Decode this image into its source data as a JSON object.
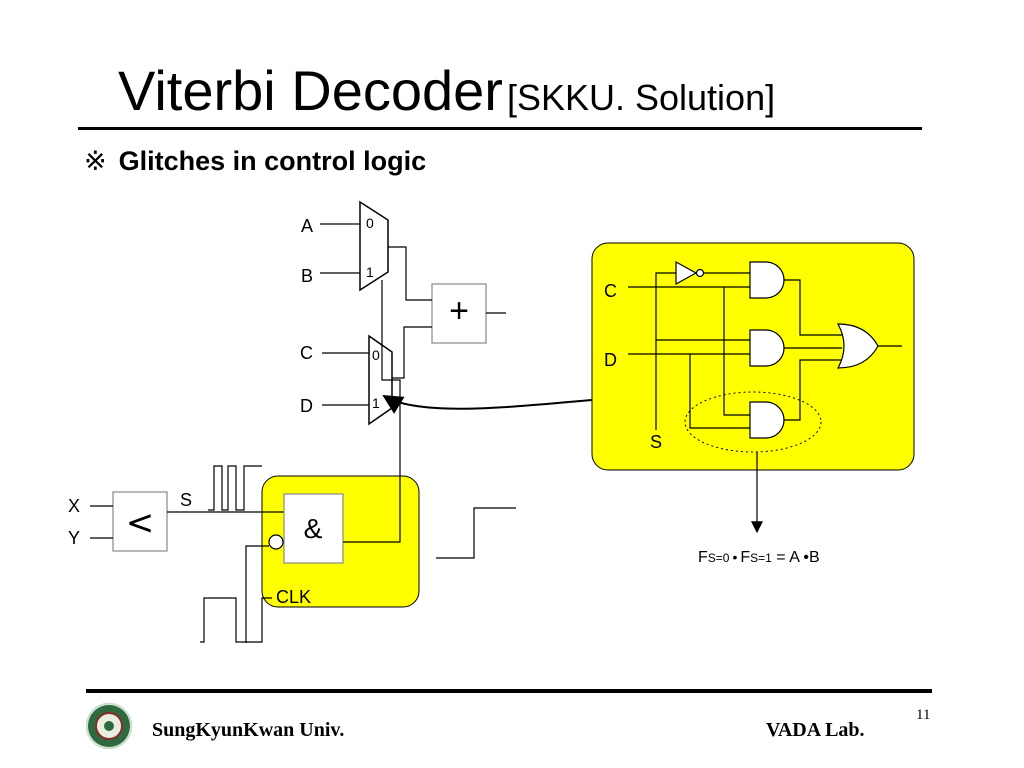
{
  "slide": {
    "title": "Viterbi Decoder",
    "title_suffix": "[SKKU. Solution]",
    "bullet_mark": "※",
    "bullet_text": "Glitches in control logic"
  },
  "diagram": {
    "mux1_inputs": [
      "A",
      "B"
    ],
    "mux1_select_labels": [
      "0",
      "1"
    ],
    "mux2_inputs": [
      "C",
      "D"
    ],
    "mux2_select_labels": [
      "0",
      "1"
    ],
    "adder_symbol": "+",
    "comparator_inputs": [
      "X",
      "Y"
    ],
    "comparator_symbol": "<",
    "comparator_output": "S",
    "latch_symbol": "&",
    "clock_label": "CLK",
    "detail_inputs": [
      "C",
      "D"
    ],
    "detail_select": "S",
    "highlight_color": "#ffff00",
    "formula": {
      "f1": "F",
      "sub1": "S=0",
      "dot1": "•",
      "f2": "F",
      "sub2": "S=1",
      "rest": " = A •B"
    }
  },
  "footer": {
    "left": "SungKyunKwan Univ.",
    "right": "VADA Lab.",
    "page": "11"
  }
}
